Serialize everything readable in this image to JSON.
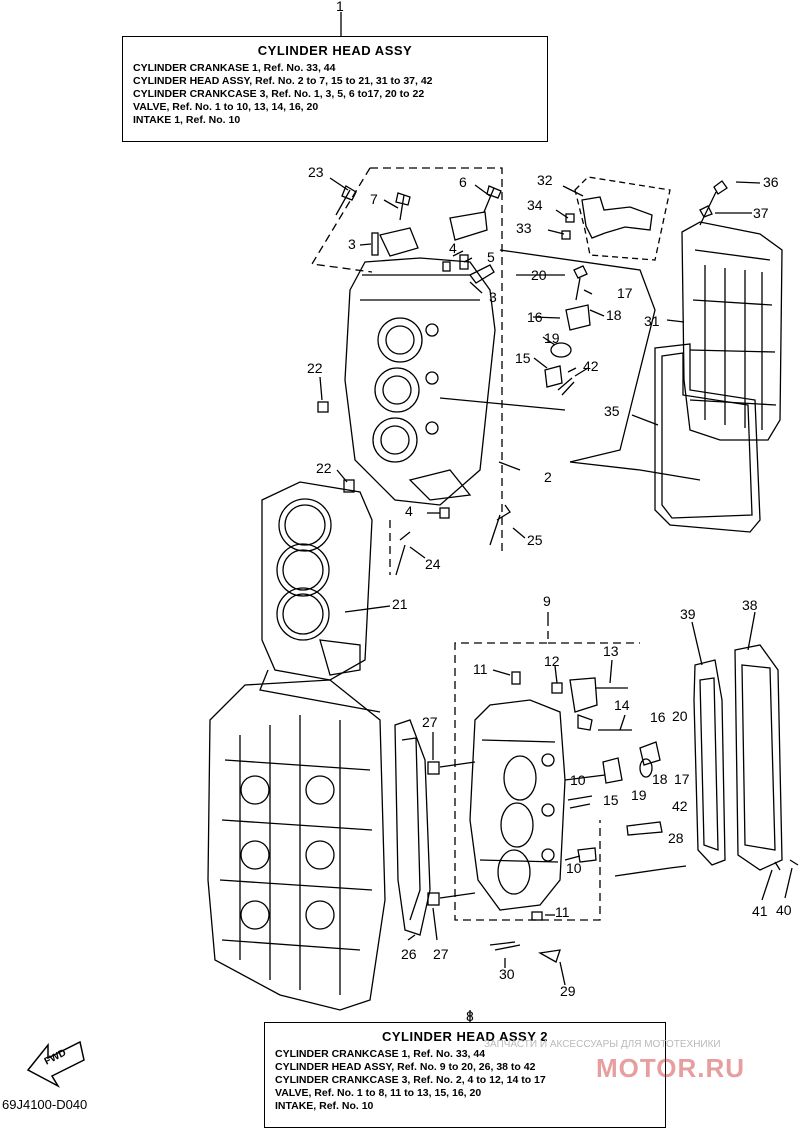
{
  "box_top": {
    "title": "CYLINDER HEAD ASSY",
    "lines": [
      "CYLINDER CRANKASE 1, Ref. No. 33, 44",
      "CYLINDER HEAD ASSY, Ref. No. 2 to 7, 15 to 21, 31 to 37, 42",
      "CYLINDER CRANKCASE 3, Ref. No. 1, 3, 5,  6 to17, 20 to 22",
      "VALVE, Ref. No. 1 to 10, 13, 14, 16, 20",
      "INTAKE 1, Ref. No. 10"
    ]
  },
  "box_bottom": {
    "title": "CYLINDER  HEAD  ASSY 2",
    "lines": [
      "CYLINDER CRANKCASE 1, Ref. No. 33, 44",
      "CYLINDER HEAD ASSY, Ref. No. 9 to 20, 26, 38 to 42",
      "CYLINDER CRANKCASE 3, Ref. No. 2, 4 to 12, 14 to 17",
      "VALVE,  Ref. No. 1 to 8, 11 to 13, 15, 16, 20",
      "INTAKE, Ref. No. 10"
    ]
  },
  "callouts": [
    "1",
    "23",
    "6",
    "7",
    "3",
    "4",
    "5",
    "3",
    "32",
    "34",
    "33",
    "36",
    "37",
    "20",
    "17",
    "16",
    "18",
    "31",
    "19",
    "15",
    "42",
    "22",
    "35",
    "22",
    "2",
    "4",
    "25",
    "24",
    "21",
    "9",
    "39",
    "38",
    "13",
    "11",
    "12",
    "27",
    "14",
    "16",
    "20",
    "10",
    "15",
    "19",
    "18",
    "17",
    "42",
    "28",
    "10",
    "41",
    "40",
    "11",
    "26",
    "27",
    "30",
    "29",
    "8"
  ],
  "diagram_code": "69J4100-D040",
  "fwd_label": "FWD",
  "watermark": {
    "tagline": "ЗАПЧАСТИ И АКСЕССУАРЫ ДЛЯ МОТОТЕХНИКИ",
    "site": "MOTOR.RU"
  }
}
